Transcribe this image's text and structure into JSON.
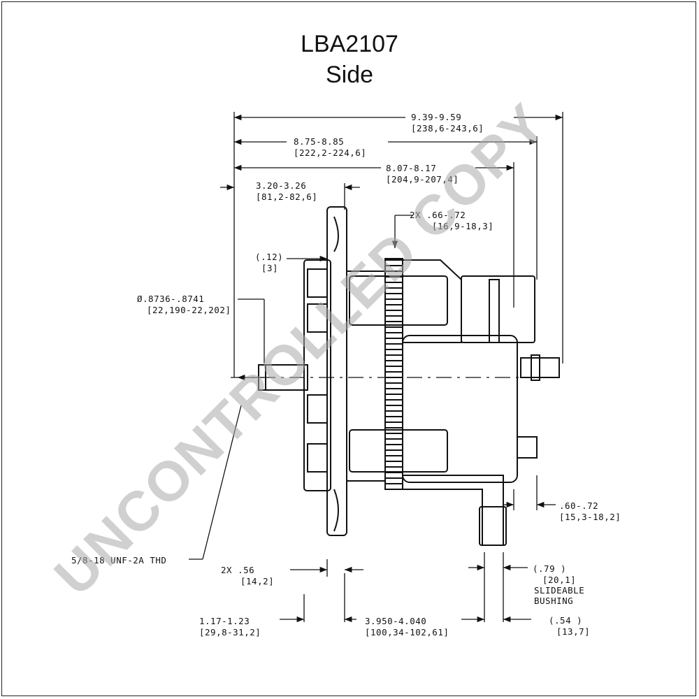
{
  "title": "LBA2107",
  "subtitle": "Side",
  "watermark": "UNCONTROLLED COPY",
  "dimensions": {
    "overall_1": "9.39-9.59",
    "overall_1_mm": "[238,6-243,6]",
    "overall_2": "8.75-8.85",
    "overall_2_mm": "[222,2-224,6]",
    "overall_3": "8.07-8.17",
    "overall_3_mm": "[204,9-207,4]",
    "pulley_width": "3.20-3.26",
    "pulley_width_mm": "[81,2-82,6]",
    "two_x_66": "2X .66-.72",
    "two_x_66_mm": "[16,9-18,3]",
    "pt_12": "(.12)",
    "pt_12_mm": "[3]",
    "shaft_dia": "Ø.8736-.8741",
    "shaft_dia_mm": "[22,190-22,202]",
    "thread": "5/8-18 UNF-2A THD",
    "two_x_56": "2X .56",
    "two_x_56_mm": "[14,2]",
    "dim_117": "1.17-1.23",
    "dim_117_mm": "[29,8-31,2]",
    "dim_3950": "3.950-4.040",
    "dim_3950_mm": "[100,34-102,61]",
    "dim_60": ".60-.72",
    "dim_60_mm": "[15,3-18,2]",
    "dim_79": "(.79 )",
    "dim_79_mm": "[20,1]",
    "bushing_1": "SLIDEABLE",
    "bushing_2": "BUSHING",
    "dim_54": "(.54 )",
    "dim_54_mm": "[13,7]"
  }
}
